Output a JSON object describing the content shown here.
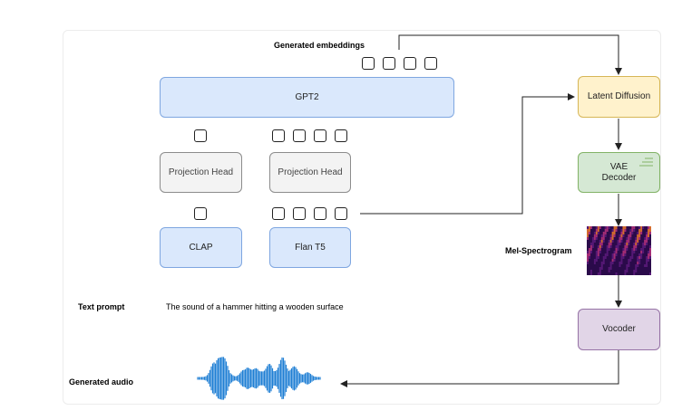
{
  "labels": {
    "generated_embeddings": "Generated embeddings",
    "mel_spectrogram": "Mel-Spectrogram",
    "text_prompt": "Text prompt",
    "text_prompt_value": "The sound of a hammer hitting a wooden surface",
    "generated_audio": "Generated audio"
  },
  "boxes": {
    "gpt2": "GPT2",
    "projection_head_left": "Projection Head",
    "projection_head_right": "Projection Head",
    "clap": "CLAP",
    "flan_t5": "Flan T5",
    "latent_diffusion": "Latent Diffusion",
    "vae_decoder_line1": "VAE",
    "vae_decoder_line2": "Decoder",
    "vocoder": "Vocoder"
  },
  "colors": {
    "blue_fill": "#dae8fc",
    "gray_fill": "#f3f3f3",
    "yellow_fill": "#fff2cc",
    "green_fill": "#d5e8d4",
    "purple_fill": "#e1d5e7",
    "waveform": "#1f7fd4",
    "spectrogram_dark": "#2a0a4a",
    "spectrogram_hot": "#e8762c"
  }
}
